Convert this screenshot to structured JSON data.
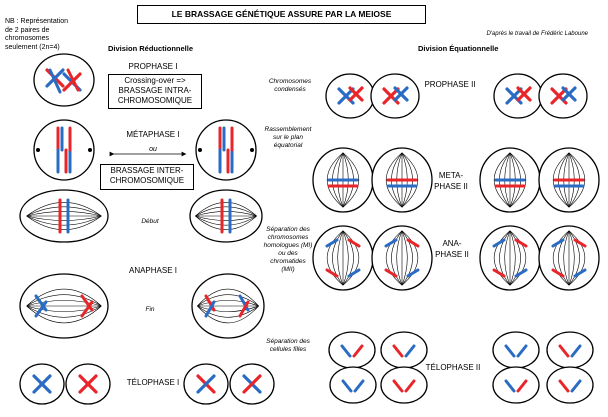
{
  "title": "LE BRASSAGE GÉNÉTIQUE ASSURE PAR LA MEIOSE",
  "credit": "D'après le travail de Frédéric Laboune",
  "nb_note": "NB : Représentation de 2 paires de chromosomes seulement (2n=4)",
  "headers": {
    "reductional": "Division Réductionnelle",
    "equational": "Division Équationnelle"
  },
  "phase_labels": {
    "prophase1": "PROPHASE I",
    "metaphase1": "MÉTAPHASE I",
    "anaphase1": "ANAPHASE I",
    "telophase1": "TÉLOPHASE I",
    "prophase2": "PROPHASE II",
    "metaphase2": "META-\nPHASE II",
    "anaphase2": "ANA-\nPHASE II",
    "telophase2": "TÉLOPHASE II"
  },
  "boxes": {
    "crossover": "Crossing-over =>\nBRASSAGE INTRA-\nCHROMOSOMIQUE",
    "ou": "ou",
    "inter": "BRASSAGE INTER-\nCHROMOSOMIQUE"
  },
  "side_notes": {
    "condenses": "Chromosomes\ncondensés",
    "rassemblement": "Rassemblement\nsur le plan\néquatorial",
    "debut": "Début",
    "fin": "Fin",
    "separation_homologues": "Séparation des\nchromosomes\nhomologues (MI)\nou des\nchromatides\n(MII)",
    "separation_cellules": "Séparation des\ncellules filles"
  },
  "colors": {
    "red": "#e8262a",
    "blue": "#2a6cc4",
    "membrane": "#000000"
  }
}
